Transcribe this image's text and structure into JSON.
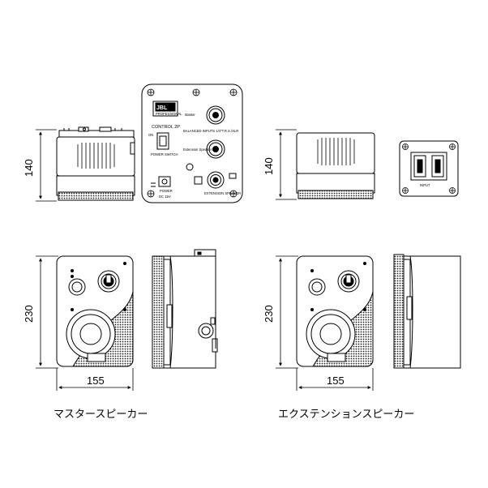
{
  "dimensions": {
    "height_top": "140",
    "height_front": "230",
    "width_front": "155"
  },
  "panel": {
    "brand": "JBL",
    "brand_sub": "PROFESSIONAL",
    "model": "CONTROL 2P",
    "on_label": "ON",
    "power_switch": "POWER SWITCH",
    "master": "Master",
    "extension": "Extension Speaker",
    "balanced": "BALANCED INPUTS 1/4\"T.R.S./XLR",
    "extension_out": "EXTENSION SPEAKER",
    "power": "POWER",
    "power_sub": "DC 15V"
  },
  "ext_panel": {
    "input": "INPUT"
  },
  "captions": {
    "master": "マスタースピーカー",
    "extension": "エクステンションスピーカー"
  }
}
